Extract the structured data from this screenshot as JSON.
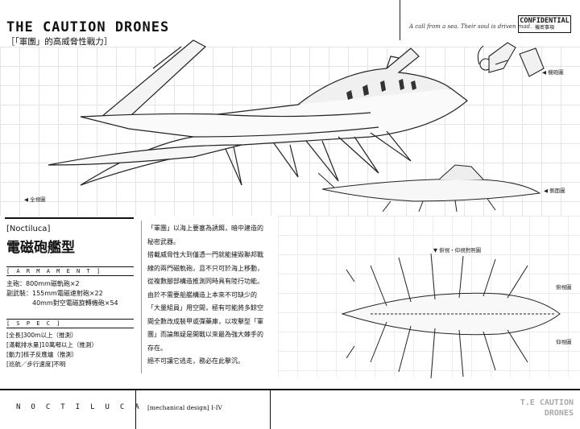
{
  "header": {
    "title": "THE CAUTION DRONES",
    "subtitle": "［「軍團」的高威脅性戰力］",
    "motto": "A call from a sea. Their soul is driven mad.",
    "badge": {
      "label": "CONFIDENTIAL",
      "sub": "機密事項"
    }
  },
  "view_labels": {
    "detail": "◀ 機砲圖",
    "full": "◀ 全視圖",
    "side": "◀ 側面圖",
    "top_bottom": "▼ 俯視・仰視對照圖",
    "top_view": "俯視圖",
    "bottom_view": "仰視圖"
  },
  "unit": {
    "name": "[Noctiluca]",
    "class_title": "電磁砲艦型",
    "armament_heading": "[ A R M A M E N T ]",
    "armament": [
      "主砲：800mm磁軌砲×2",
      "副武裝：155mm電磁速射砲×22",
      "　　　　40mm對空電磁旋轉機砲×54"
    ],
    "spec_heading": "[ S P E C ]",
    "spec": [
      "[全長]300m以上（推測）",
      "[滿載排水量]10萬噸以上（推測）",
      "[動力]核子反應爐（推測）",
      "[巡航／步行速度]不明"
    ]
  },
  "body": [
    "「軍團」以海上要塞為誘餌，暗中建造的秘密武器。",
    "搭載威脅性大到僅憑一門就能摧毀聯邦戰線的兩門磁軌砲，且不只可於海上移動，從複數腳部構造推測同時具有陸行功能。",
    "由於不需要船艦構造上本來不可缺少的「大量組員」用空間，極有可能將多餘空間全數改成裝甲或彈藥庫，以攻擊型「軍團」而論無疑是開戰以來最為強大棘手的存在。",
    "絕不可讓它逃走，務必在此擊沉。"
  ],
  "footer": {
    "name": "NOCTILUCA",
    "design": "[mechanical design] I-IV",
    "logo_line1": "T.E CAUTION",
    "logo_line2": "DRONES"
  }
}
